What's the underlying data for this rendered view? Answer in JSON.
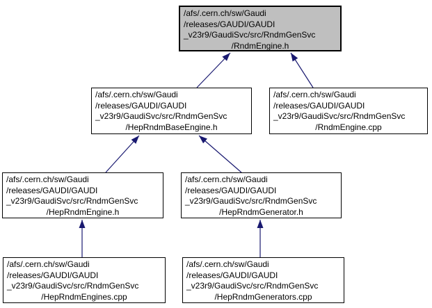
{
  "diagram": {
    "kind": "include-dependency-graph",
    "nodes": [
      {
        "id": "rndm-engine-h",
        "file_name": "RndmEngine.h",
        "highlighted": true,
        "lines": [
          "/afs/.cern.ch/sw/Gaudi",
          "/releases/GAUDI/GAUDI",
          "_v23r9/GaudiSvc/src/RndmGenSvc",
          "/RndmEngine.h"
        ]
      },
      {
        "id": "hep-rndm-base-engine-h",
        "file_name": "HepRndmBaseEngine.h",
        "highlighted": false,
        "lines": [
          "/afs/.cern.ch/sw/Gaudi",
          "/releases/GAUDI/GAUDI",
          "_v23r9/GaudiSvc/src/RndmGenSvc",
          "/HepRndmBaseEngine.h"
        ]
      },
      {
        "id": "rndm-engine-cpp",
        "file_name": "RndmEngine.cpp",
        "highlighted": false,
        "lines": [
          "/afs/.cern.ch/sw/Gaudi",
          "/releases/GAUDI/GAUDI",
          "_v23r9/GaudiSvc/src/RndmGenSvc",
          "/RndmEngine.cpp"
        ]
      },
      {
        "id": "hep-rndm-engine-h",
        "file_name": "HepRndmEngine.h",
        "highlighted": false,
        "lines": [
          "/afs/.cern.ch/sw/Gaudi",
          "/releases/GAUDI/GAUDI",
          "_v23r9/GaudiSvc/src/RndmGenSvc",
          "/HepRndmEngine.h"
        ]
      },
      {
        "id": "hep-rndm-generator-h",
        "file_name": "HepRndmGenerator.h",
        "highlighted": false,
        "lines": [
          "/afs/.cern.ch/sw/Gaudi",
          "/releases/GAUDI/GAUDI",
          "_v23r9/GaudiSvc/src/RndmGenSvc",
          "/HepRndmGenerator.h"
        ]
      },
      {
        "id": "hep-rndm-engines-cpp",
        "file_name": "HepRndmEngines.cpp",
        "highlighted": false,
        "lines": [
          "/afs/.cern.ch/sw/Gaudi",
          "/releases/GAUDI/GAUDI",
          "_v23r9/GaudiSvc/src/RndmGenSvc",
          "/HepRndmEngines.cpp"
        ]
      },
      {
        "id": "hep-rndm-generators-cpp",
        "file_name": "HepRndmGenerators.cpp",
        "highlighted": false,
        "lines": [
          "/afs/.cern.ch/sw/Gaudi",
          "/releases/GAUDI/GAUDI",
          "_v23r9/GaudiSvc/src/RndmGenSvc",
          "/HepRndmGenerators.cpp"
        ]
      }
    ],
    "edges": [
      {
        "from": "hep-rndm-base-engine-h",
        "to": "rndm-engine-h"
      },
      {
        "from": "rndm-engine-cpp",
        "to": "rndm-engine-h"
      },
      {
        "from": "hep-rndm-engine-h",
        "to": "hep-rndm-base-engine-h"
      },
      {
        "from": "hep-rndm-generator-h",
        "to": "hep-rndm-base-engine-h"
      },
      {
        "from": "hep-rndm-engines-cpp",
        "to": "hep-rndm-engine-h"
      },
      {
        "from": "hep-rndm-generators-cpp",
        "to": "hep-rndm-generator-h"
      }
    ]
  },
  "colors": {
    "background": "#ffffff",
    "node_fill": "#ffffff",
    "highlight_fill": "#bfbfbf",
    "node_border": "#000000",
    "arrow": "#191970"
  }
}
